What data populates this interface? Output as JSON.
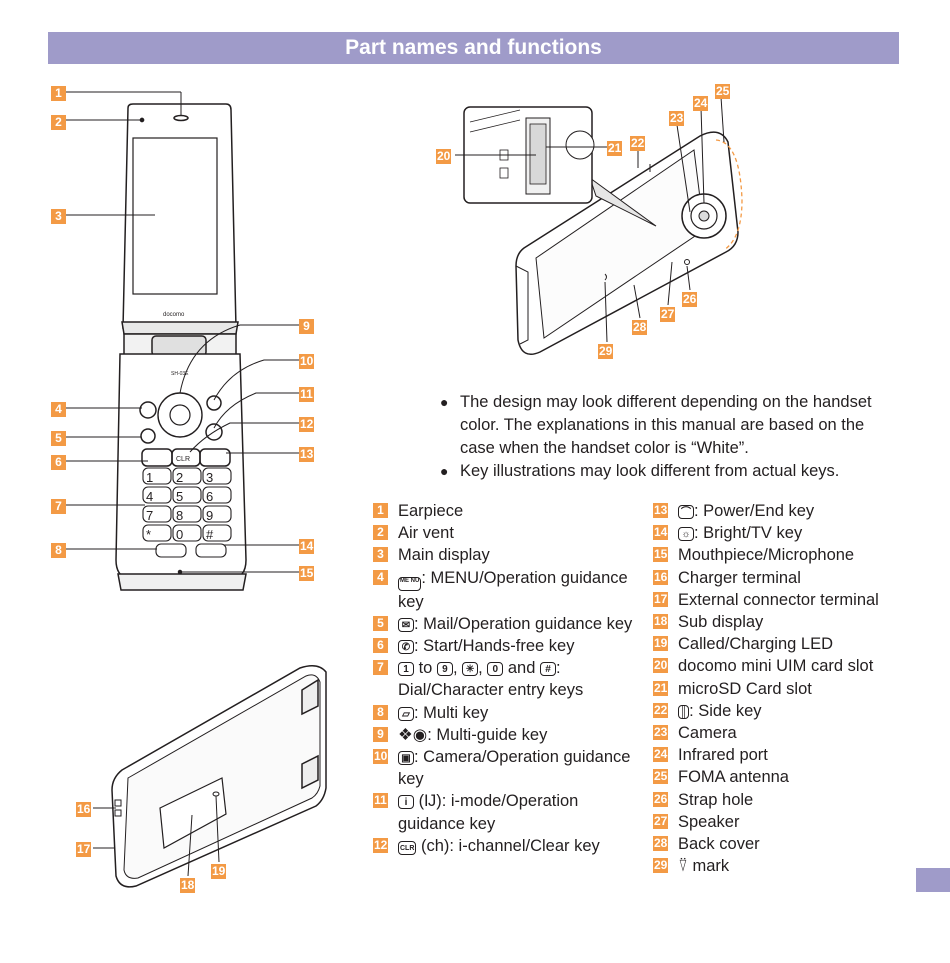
{
  "page": {
    "title": "Part names and functions"
  },
  "notes": [
    "The design may look different depending on the handset color. The explanations in this manual are based on the case when the handset color is “White”.",
    "Key illustrations may look different from actual keys."
  ],
  "phone_screen_text": {
    "brand": "docomo",
    "model": "SH-03E",
    "clr_key": "CLR"
  },
  "callout_numbers": [
    "1",
    "2",
    "3",
    "4",
    "5",
    "6",
    "7",
    "8",
    "9",
    "10",
    "11",
    "12",
    "13",
    "14",
    "15",
    "16",
    "17",
    "18",
    "19",
    "20",
    "21",
    "22",
    "23",
    "24",
    "25",
    "26",
    "27",
    "28",
    "29"
  ],
  "parts_left": [
    {
      "num": "1",
      "text": "Earpiece"
    },
    {
      "num": "2",
      "text": "Air vent"
    },
    {
      "num": "3",
      "text": "Main display"
    },
    {
      "num": "4",
      "key": "ME NU",
      "text": ": MENU/Operation guidance key"
    },
    {
      "num": "5",
      "key": "✉",
      "text": ": Mail/Operation guidance key"
    },
    {
      "num": "6",
      "key": "✆",
      "text": ": Start/Hands-free key"
    },
    {
      "num": "7",
      "key": "1",
      "text": " to ",
      "key2": "9",
      "text2": ", ",
      "key3": "✳",
      "text3": ", ",
      "key4": "0",
      "text4": " and ",
      "key5": "#",
      "text5": ": Dial/Character entry keys"
    },
    {
      "num": "8",
      "key": "▱",
      "text": ": Multi key"
    },
    {
      "num": "9",
      "key": "❖◉",
      "text": ": Multi-guide key"
    },
    {
      "num": "10",
      "key": "▣",
      "text": ": Camera/Operation guidance key"
    },
    {
      "num": "11",
      "key": "i",
      "text": " (Ĳ): i-mode/Operation guidance key"
    },
    {
      "num": "12",
      "key": "CLR",
      "text": " (ch): i-channel/Clear key"
    }
  ],
  "parts_right": [
    {
      "num": "13",
      "key": "⌒",
      "text": ": Power/End key"
    },
    {
      "num": "14",
      "key": "☼",
      "text": ": Bright/TV key"
    },
    {
      "num": "15",
      "text": "Mouthpiece/Microphone"
    },
    {
      "num": "16",
      "text": "Charger terminal"
    },
    {
      "num": "17",
      "text": "External connector terminal"
    },
    {
      "num": "18",
      "text": "Sub display"
    },
    {
      "num": "19",
      "text": "Called/Charging LED"
    },
    {
      "num": "20",
      "text": "docomo mini UIM card slot"
    },
    {
      "num": "21",
      "text": "microSD Card slot"
    },
    {
      "num": "22",
      "key": "║",
      "text": ": Side key"
    },
    {
      "num": "23",
      "text": "Camera"
    },
    {
      "num": "24",
      "text": "Infrared port"
    },
    {
      "num": "25",
      "text": "FOMA antenna"
    },
    {
      "num": "26",
      "text": "Strap hole"
    },
    {
      "num": "27",
      "text": "Speaker"
    },
    {
      "num": "28",
      "text": "Back cover"
    },
    {
      "num": "29",
      "key": "⍢",
      "text": " mark"
    }
  ],
  "colors": {
    "header_bg": "#9f9bc9",
    "callout_bg": "#f39a45",
    "text": "#231f20"
  }
}
